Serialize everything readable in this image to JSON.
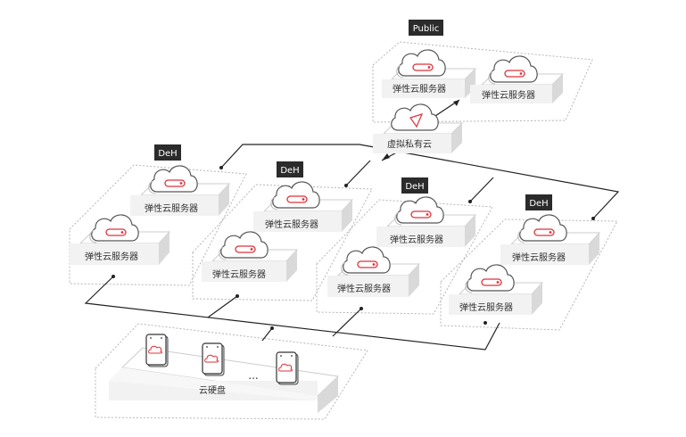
{
  "tags": {
    "public": "Public",
    "deh": "DeH"
  },
  "labels": {
    "ecs": "弹性云服务器",
    "vpc": "虚拟私有云",
    "evs": "云硬盘",
    "ellipsis": "..."
  },
  "icons": {
    "server": "cloud-server-icon",
    "vpc": "cloud-vpc-icon",
    "disk": "cloud-disk-icon"
  },
  "colors": {
    "accent": "#e0303a",
    "line": "#222222",
    "box_fill": "#f2f2f2",
    "box_side": "#d9d9d9",
    "tag_fill": "#2b2b2b",
    "dashed": "#b5b5b5"
  }
}
